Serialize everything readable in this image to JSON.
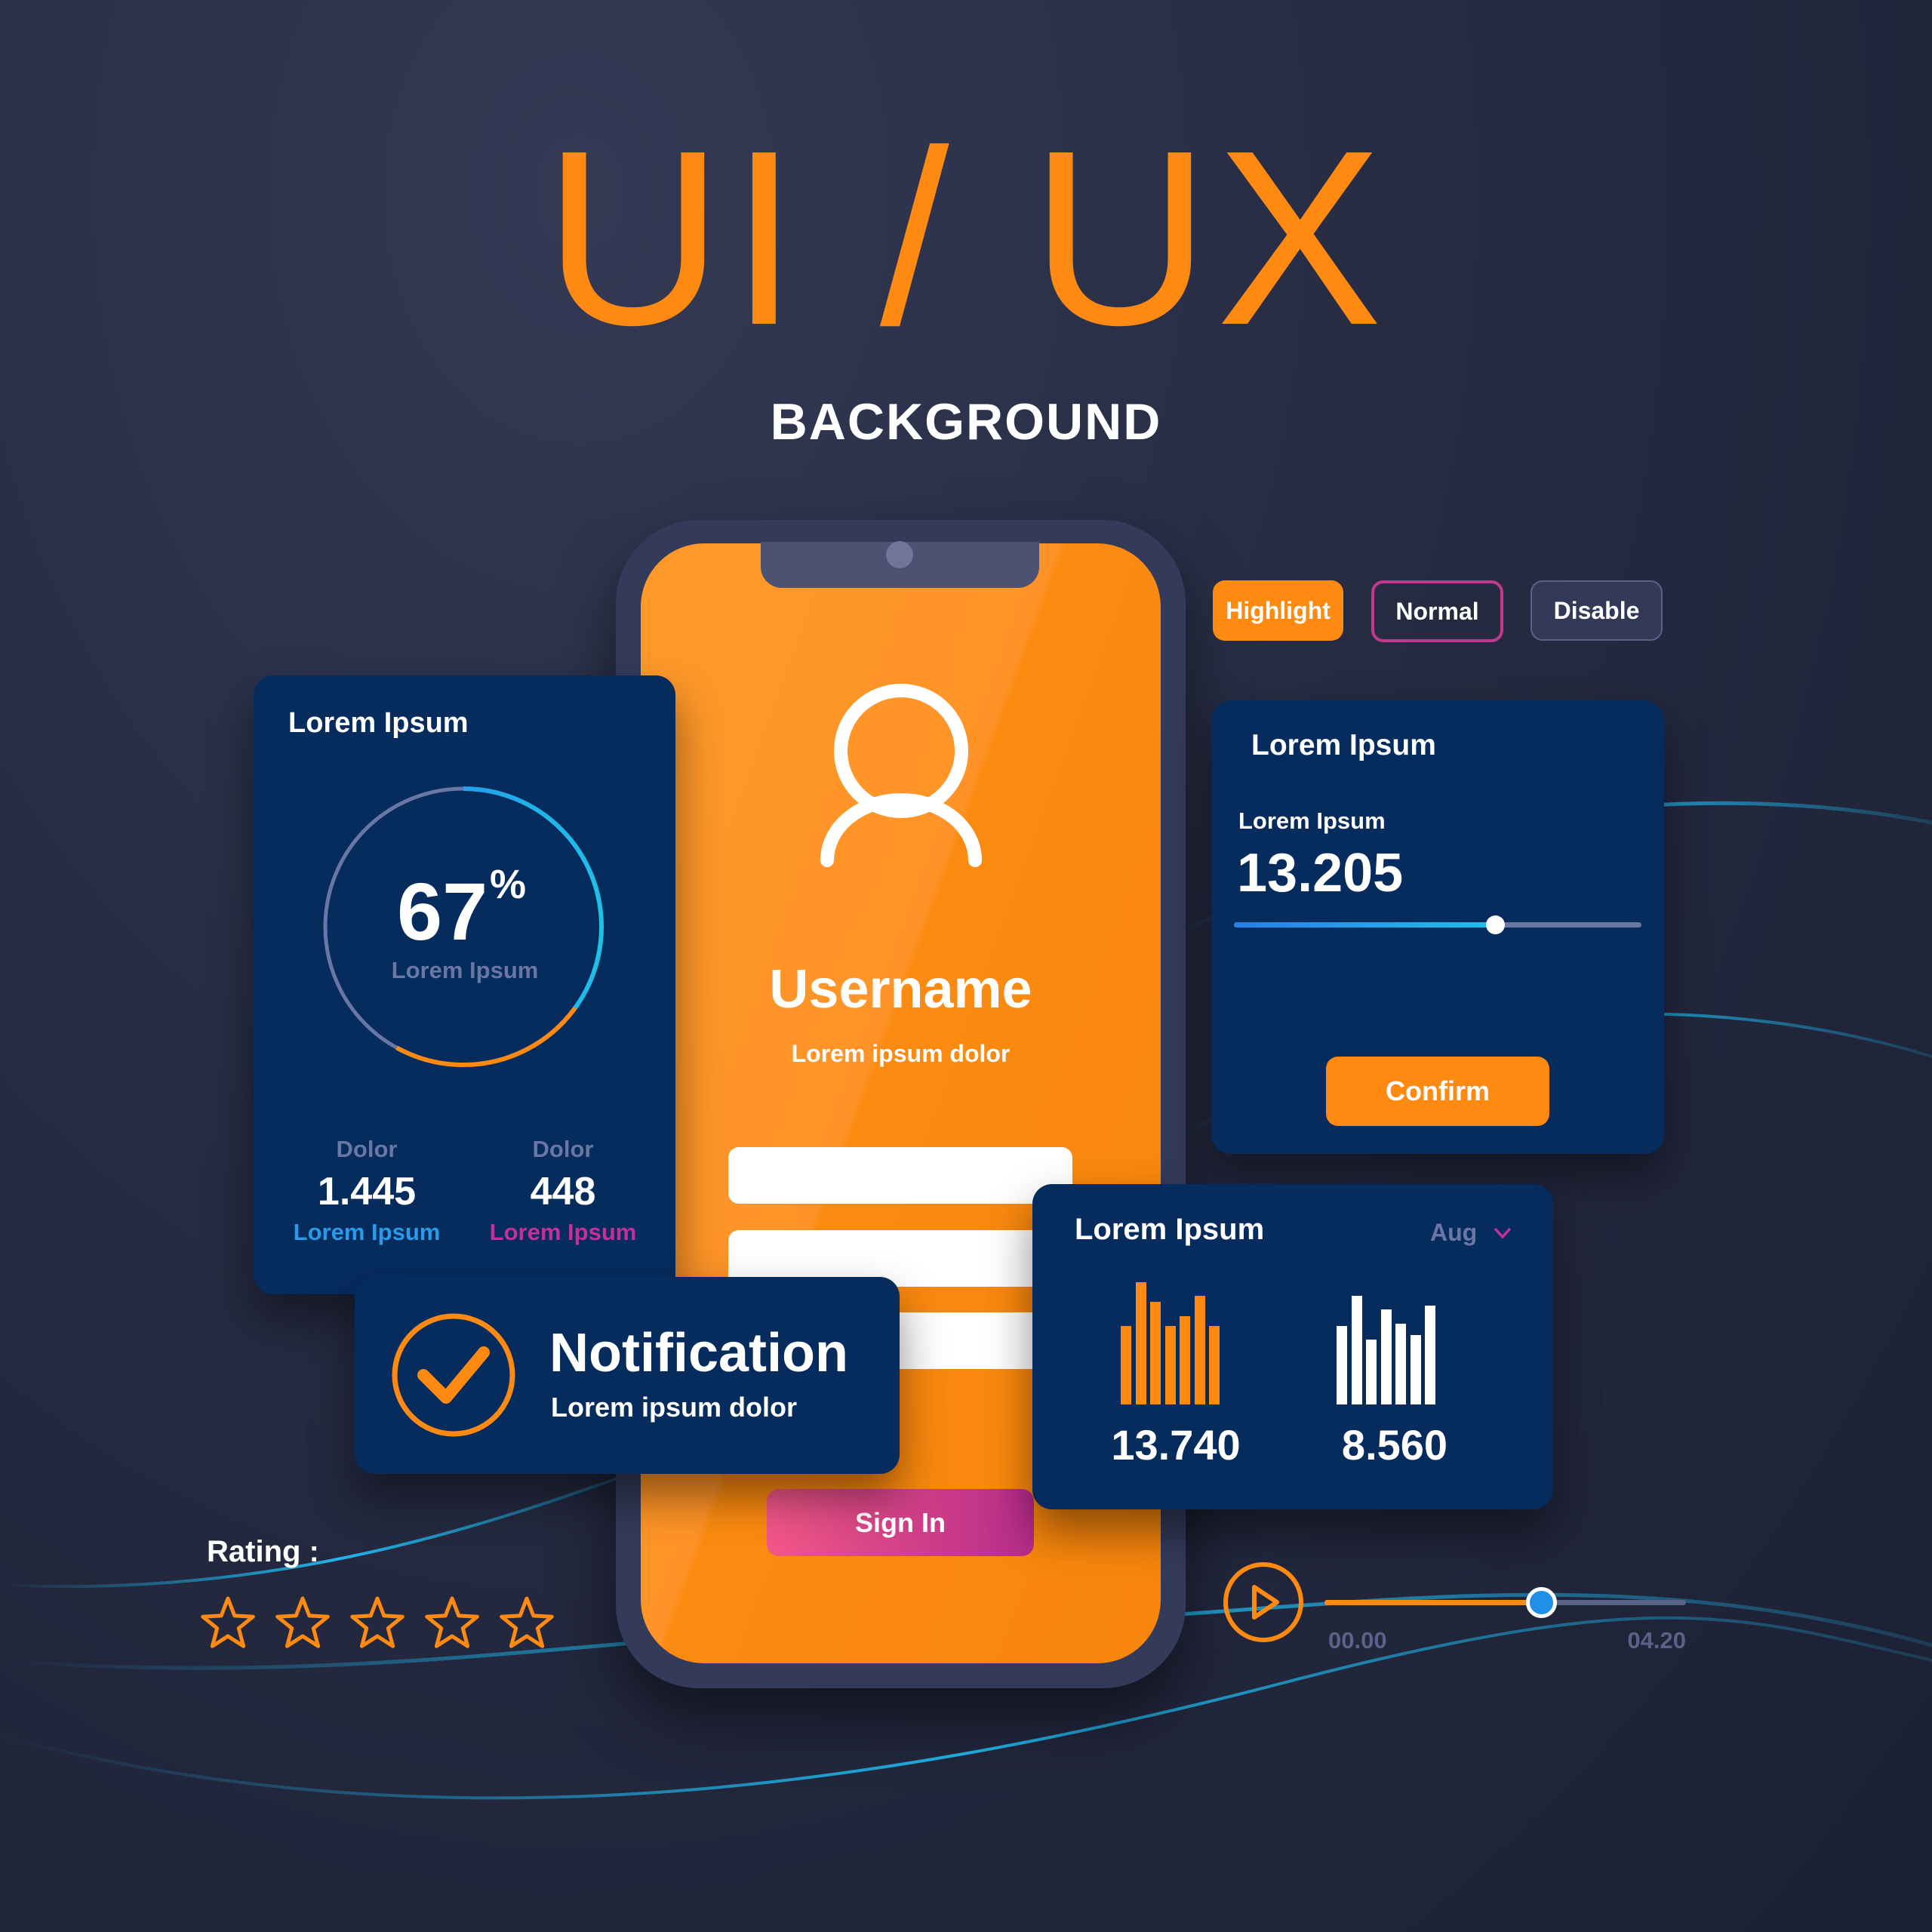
{
  "header": {
    "title": "UI / UX",
    "subtitle": "BACKGROUND"
  },
  "phone": {
    "username": "Username",
    "caption": "Lorem ipsum dolor",
    "sign_in": "Sign In"
  },
  "buttons": {
    "highlight": "Highlight",
    "normal": "Normal",
    "disable": "Disable"
  },
  "progress_card": {
    "title": "Lorem Ipsum",
    "percent": "67",
    "percent_sign": "%",
    "label": "Lorem Ipsum",
    "percent_value": 67,
    "stats": [
      {
        "label": "Dolor",
        "value": "1.445",
        "caption": "Lorem Ipsum",
        "color": "#2a9be8"
      },
      {
        "label": "Dolor",
        "value": "448",
        "caption": "Lorem Ipsum",
        "color": "#c2309a"
      }
    ]
  },
  "slider_card": {
    "title": "Lorem Ipsum",
    "label": "Lorem Ipsum",
    "value": "13.205",
    "slider_fraction": 0.64,
    "confirm": "Confirm"
  },
  "notification": {
    "title": "Notification",
    "text": "Lorem ipsum dolor"
  },
  "chart_card": {
    "title": "Lorem Ipsum",
    "month": "Aug",
    "series": [
      {
        "values": [
          0.64,
          1.0,
          0.84,
          0.64,
          0.72,
          0.89,
          0.64
        ],
        "total": "13.740",
        "color": "#ff8a12"
      },
      {
        "values": [
          0.64,
          0.89,
          0.53,
          0.78,
          0.66,
          0.57,
          0.81
        ],
        "total": "8.560",
        "color": "#ffffff"
      }
    ]
  },
  "rating": {
    "label": "Rating :",
    "stars": 5,
    "filled": 0
  },
  "player": {
    "start": "00.00",
    "end": "04.20",
    "progress": 0.6
  },
  "colors": {
    "accent": "#ff8a12",
    "card": "#062c5e",
    "blue": "#2a9be8",
    "pink": "#c2309a"
  }
}
